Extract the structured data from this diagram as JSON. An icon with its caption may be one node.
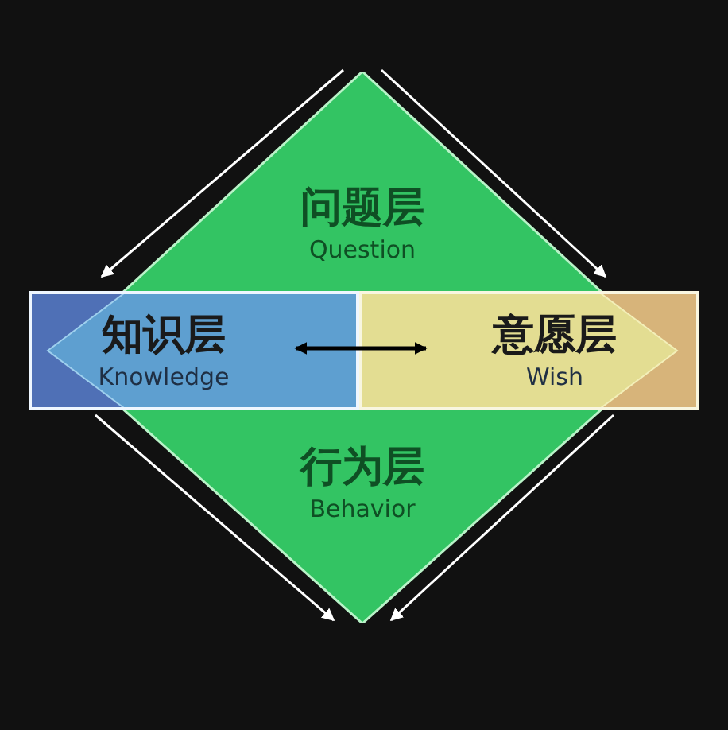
{
  "diagram": {
    "nodes": [
      {
        "text": [
          "问题层",
          "Question"
        ]
      },
      {
        "text": [
          "知识层",
          "Knowledge"
        ]
      },
      {
        "text": [
          "意愿层",
          "Wish"
        ]
      },
      {
        "text": [
          "行为层",
          "Behavior"
        ]
      }
    ],
    "edges": [
      {
        "from": 0,
        "to": 1,
        "arrow": "to"
      },
      {
        "from": 0,
        "to": 2,
        "arrow": "to"
      },
      {
        "from": 1,
        "to": 2,
        "arrow": "both",
        "color": "#000000"
      },
      {
        "from": 1,
        "to": 3,
        "arrow": "to"
      },
      {
        "from": 2,
        "to": 3,
        "arrow": "to"
      }
    ]
  }
}
